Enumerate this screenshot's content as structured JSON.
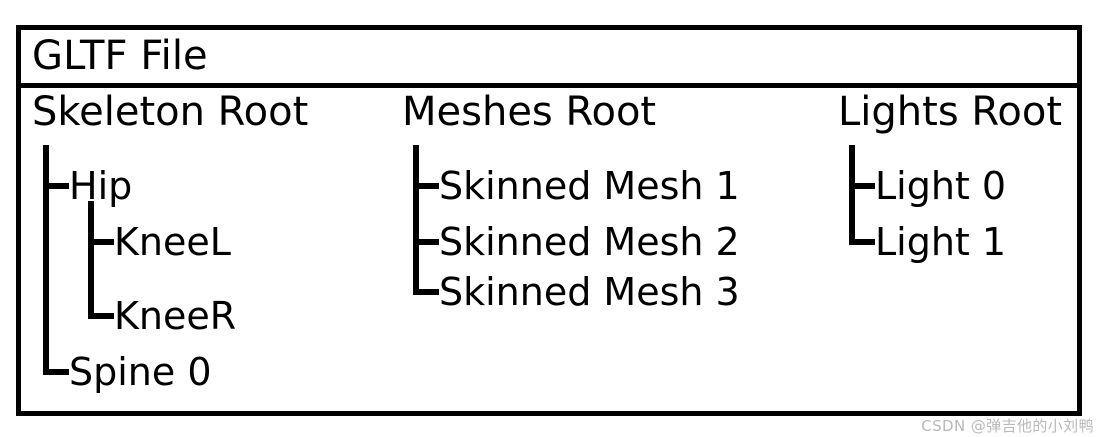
{
  "diagram": {
    "title": "GLTF File",
    "columns": [
      {
        "heading": "Skeleton Root",
        "nodes": [
          {
            "label": "Hip",
            "depth": 1,
            "connector": "tee"
          },
          {
            "label": "KneeL",
            "depth": 2,
            "connector": "tee"
          },
          {
            "label": "KneeR",
            "depth": 2,
            "connector": "elbow"
          },
          {
            "label": "Spine 0",
            "depth": 1,
            "connector": "elbow"
          }
        ]
      },
      {
        "heading": "Meshes Root",
        "nodes": [
          {
            "label": "Skinned Mesh 1",
            "depth": 1,
            "connector": "tee"
          },
          {
            "label": "Skinned Mesh 2",
            "depth": 1,
            "connector": "tee"
          },
          {
            "label": "Skinned Mesh 3",
            "depth": 1,
            "connector": "elbow"
          }
        ]
      },
      {
        "heading": "Lights Root",
        "nodes": [
          {
            "label": "Light 0",
            "depth": 1,
            "connector": "tee"
          },
          {
            "label": "Light 1",
            "depth": 1,
            "connector": "elbow"
          }
        ]
      }
    ]
  },
  "watermark": {
    "text": "CSDN @弹吉他的小刘鸭"
  },
  "colors": {
    "stroke": "#000000",
    "background": "#ffffff",
    "watermark": "#b9b9b9"
  }
}
